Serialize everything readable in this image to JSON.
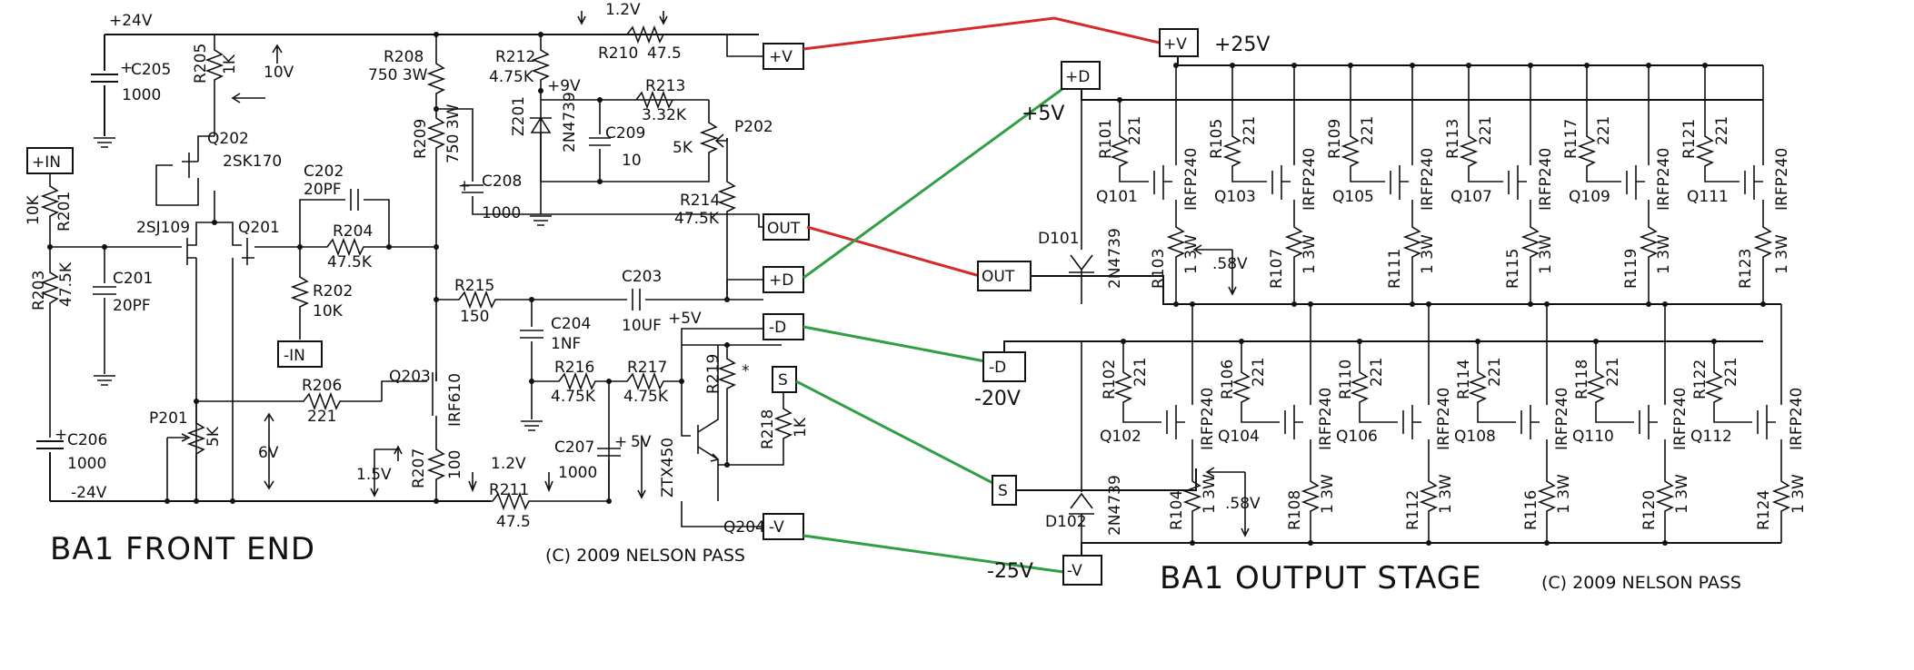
{
  "front_end": {
    "title": "BA1 FRONT END",
    "copyright": "(C) 2009 NELSON PASS",
    "rails": {
      "pos": "+24V",
      "neg": "-24V"
    },
    "terminals": {
      "in_pos": "+IN",
      "in_neg": "-IN",
      "vp": "+V",
      "out": "OUT",
      "dp": "+D",
      "dn": "-D",
      "s": "S",
      "vn": "-V"
    },
    "components": [
      {
        "ref": "C205",
        "value": "1000"
      },
      {
        "ref": "R205",
        "value": "1K"
      },
      {
        "ref": "Q202",
        "value": "2SK170"
      },
      {
        "ref": "R201",
        "value": "10K"
      },
      {
        "ref": "R203",
        "value": "47.5K"
      },
      {
        "ref": "C201",
        "value": "20PF"
      },
      {
        "ref": "Q201",
        "value": "2SJ109"
      },
      {
        "ref": "C202",
        "value": "20PF"
      },
      {
        "ref": "R204",
        "value": "47.5K"
      },
      {
        "ref": "R202",
        "value": "10K"
      },
      {
        "ref": "C206",
        "value": "1000"
      },
      {
        "ref": "P201",
        "value": "5K"
      },
      {
        "ref": "R206",
        "value": "221"
      },
      {
        "ref": "R208",
        "value": "750 3W"
      },
      {
        "ref": "R209",
        "value": "750 3W"
      },
      {
        "ref": "Q203",
        "value": "IRF610"
      },
      {
        "ref": "R207",
        "value": "100"
      },
      {
        "ref": "R211",
        "value": "47.5"
      },
      {
        "ref": "R212",
        "value": "4.75K"
      },
      {
        "ref": "Z201",
        "value": "2N4739"
      },
      {
        "ref": "C209",
        "value": "10"
      },
      {
        "ref": "R213",
        "value": "3.32K"
      },
      {
        "ref": "P202",
        "value": "5K"
      },
      {
        "ref": "R210",
        "value": "47.5"
      },
      {
        "ref": "C208",
        "value": "1000"
      },
      {
        "ref": "R214",
        "value": "47.5K"
      },
      {
        "ref": "R215",
        "value": "150"
      },
      {
        "ref": "C204",
        "value": "1NF"
      },
      {
        "ref": "C203",
        "value": "10UF"
      },
      {
        "ref": "R216",
        "value": "4.75K"
      },
      {
        "ref": "R217",
        "value": "4.75K"
      },
      {
        "ref": "R219",
        "value": "*"
      },
      {
        "ref": "R218",
        "value": "1K"
      },
      {
        "ref": "C207",
        "value": "1000"
      },
      {
        "ref": "Q204",
        "value": "ZTX450"
      }
    ],
    "voltages": {
      "v10": "10V",
      "v9": "+9V",
      "v12a": "1.2V",
      "v6": "6V",
      "v15": "1.5V",
      "v12b": "1.2V",
      "v5a": "5V",
      "v5b": "+5V"
    }
  },
  "output_stage": {
    "title": "BA1 OUTPUT STAGE",
    "copyright": "(C) 2009 NELSON PASS",
    "terminals": {
      "vp": "+V",
      "dp": "+D",
      "out": "OUT",
      "dn": "-D",
      "s": "S",
      "vn": "-V"
    },
    "rails": {
      "vp": "+25V",
      "dp": "+5V",
      "dn": "-20V",
      "vn": "-25V"
    },
    "diodes": [
      {
        "ref": "D101",
        "value": "2N4739"
      },
      {
        "ref": "D102",
        "value": "2N4739"
      }
    ],
    "mosfet_type": "IRFP240",
    "gate_resistor_value": "221",
    "source_resistor_value": "1 3W",
    "voltage_top": ".58V",
    "voltage_bottom": ".58V",
    "top_row": [
      {
        "gate_r": "R101",
        "q": "Q101",
        "src_r": "R103"
      },
      {
        "gate_r": "R105",
        "q": "Q103",
        "src_r": "R107"
      },
      {
        "gate_r": "R109",
        "q": "Q105",
        "src_r": "R111"
      },
      {
        "gate_r": "R113",
        "q": "Q107",
        "src_r": "R115"
      },
      {
        "gate_r": "R117",
        "q": "Q109",
        "src_r": "R119"
      },
      {
        "gate_r": "R121",
        "q": "Q111",
        "src_r": "R123"
      }
    ],
    "bottom_row": [
      {
        "gate_r": "R102",
        "q": "Q102",
        "src_r": "R104"
      },
      {
        "gate_r": "R106",
        "q": "Q104",
        "src_r": "R108"
      },
      {
        "gate_r": "R110",
        "q": "Q106",
        "src_r": "R112"
      },
      {
        "gate_r": "R114",
        "q": "Q108",
        "src_r": "R116"
      },
      {
        "gate_r": "R118",
        "q": "Q110",
        "src_r": "R120"
      },
      {
        "gate_r": "R122",
        "q": "Q112",
        "src_r": "R124"
      }
    ]
  },
  "colors": {
    "ink": "#111111",
    "wire_red": "#d42a2a",
    "wire_green": "#2f9e44"
  }
}
